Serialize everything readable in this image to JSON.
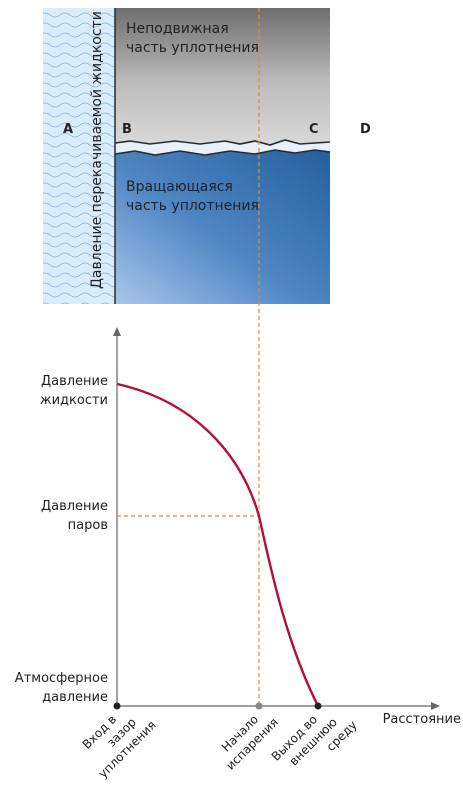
{
  "seal_diagram": {
    "fluid_side_label": "Давление перекачиваемой жидкости",
    "stationary_label_line1": "Неподвижная",
    "stationary_label_line2": "часть уплотнения",
    "rotating_label_line1": "Вращающаяся",
    "rotating_label_line2": "часть уплотнения",
    "point_a": "A",
    "point_b": "B",
    "point_c": "C",
    "point_d": "D",
    "colors": {
      "stationary_face": "#a8a8a8",
      "rotating_face": "#2f6fb0",
      "fluid": "#cfe6f5",
      "guide_line": "#e8892a",
      "pressure_curve": "#b0103a"
    }
  },
  "graph": {
    "y_label_fluid_line1": "Давление",
    "y_label_fluid_line2": "жидкости",
    "y_label_vapor_line1": "Давление",
    "y_label_vapor_line2": "паров",
    "y_label_atm_line1": "Атмосферное",
    "y_label_atm_line2": "давление",
    "x_axis_label": "Расстояние",
    "x_label_entry": [
      "Вход в",
      "зазор",
      "уплотнения"
    ],
    "x_label_evap": [
      "Начало",
      "испарения"
    ],
    "x_label_exit": [
      "Выход во",
      "внешнюю",
      "среду"
    ]
  }
}
